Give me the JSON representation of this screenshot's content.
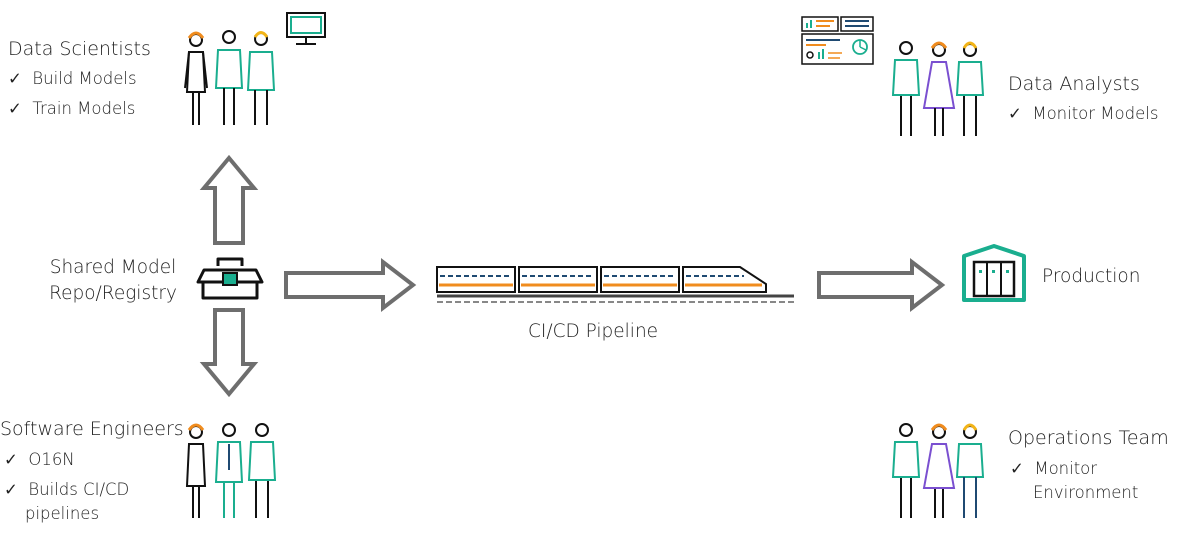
{
  "data_scientists": {
    "title": "Data Scientists",
    "items": [
      "Build Models",
      "Train Models"
    ]
  },
  "data_analysts": {
    "title": "Data Analysts",
    "items": [
      "Monitor Models"
    ]
  },
  "shared_repo": {
    "line1": "Shared Model",
    "line2": "Repo/Registry"
  },
  "pipeline": {
    "label": "CI/CD Pipeline"
  },
  "production": {
    "label": "Production"
  },
  "software_engineers": {
    "title": "Software Engineers",
    "items": [
      "O16N",
      "Builds CI/CD",
      "pipelines"
    ]
  },
  "operations_team": {
    "title": "Operations Team",
    "items": [
      "Monitor",
      "Environment"
    ]
  },
  "check_mark": "✓",
  "colors": {
    "teal": "#1aae8f",
    "orange": "#f08c1e",
    "yellow": "#f2b418",
    "purple": "#7a4fd0",
    "navy": "#1f4a72",
    "arrow": "#6e6e6e"
  }
}
